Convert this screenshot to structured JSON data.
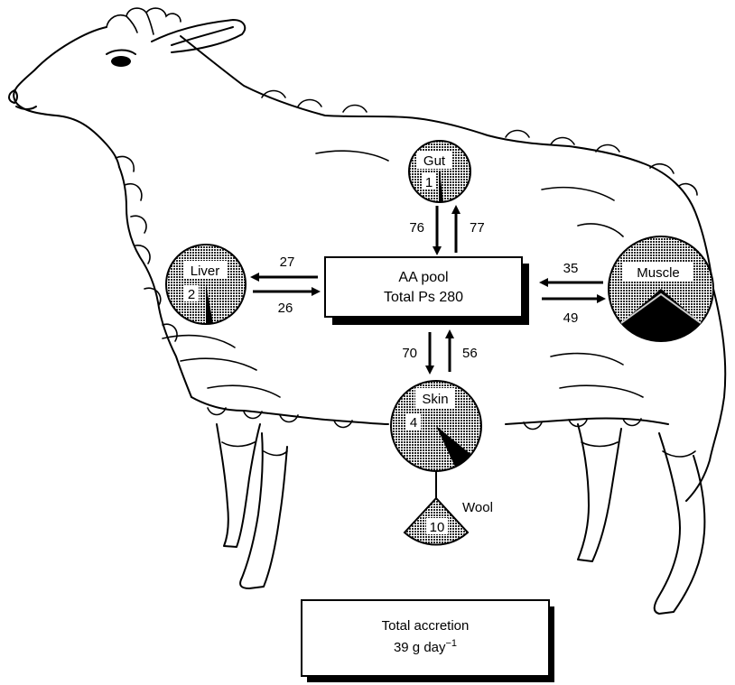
{
  "pool": {
    "line1": "AA pool",
    "line2": "Total Ps 280"
  },
  "organs": {
    "gut": {
      "name": "Gut",
      "accretion": "1"
    },
    "liver": {
      "name": "Liver",
      "accretion": "2"
    },
    "skin": {
      "name": "Skin",
      "accretion": "4"
    },
    "muscle": {
      "name": "Muscle",
      "accretion": ""
    },
    "wool": {
      "name": "Wool",
      "accretion": "10"
    }
  },
  "flows": {
    "gut_to_pool": "76",
    "pool_to_gut": "77",
    "pool_to_liver": "27",
    "liver_to_pool": "26",
    "muscle_to_pool": "35",
    "pool_to_muscle": "49",
    "pool_to_skin": "70",
    "skin_to_pool": "56"
  },
  "total": {
    "line1": "Total accretion",
    "line2_prefix": "39 g day",
    "line2_exp": "−1"
  },
  "colors": {
    "stipple": "#3a3a3a",
    "dark": "#000000",
    "box": "#ffffff"
  }
}
